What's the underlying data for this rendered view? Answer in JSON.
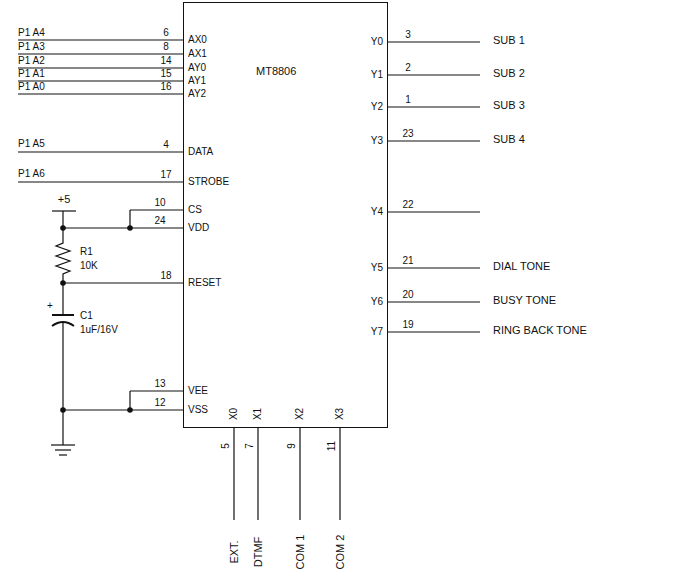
{
  "diagram": {
    "nodes": [
      {
        "text": [
          "MT8806"
        ]
      }
    ],
    "labels": [
      "P1 A4",
      "P1 A3",
      "P1 A2",
      "P1 A1",
      "P1 A0",
      "P1 A5",
      "P1 A6",
      "6",
      "8",
      "14",
      "15",
      "16",
      "4",
      "17",
      "10",
      "24",
      "18",
      "13",
      "12",
      "AX0",
      "AX1",
      "AY0",
      "AY1",
      "AY2",
      "DATA",
      "STROBE",
      "CS",
      "VDD",
      "RESET",
      "VEE",
      "VSS",
      "Y0",
      "Y1",
      "Y2",
      "Y3",
      "Y4",
      "Y5",
      "Y6",
      "Y7",
      "3",
      "2",
      "1",
      "23",
      "22",
      "21",
      "20",
      "19",
      "SUB 1",
      "SUB 2",
      "SUB 3",
      "SUB 4",
      "DIAL TONE",
      "BUSY TONE",
      "RING BACK TONE",
      "X0",
      "X1",
      "X2",
      "X3",
      "5",
      "7",
      "9",
      "11",
      "EXT.",
      "DTMF",
      "COM 1",
      "COM 2",
      "+5",
      "R1",
      "10K",
      "C1",
      "1uF/16V",
      "+"
    ]
  }
}
